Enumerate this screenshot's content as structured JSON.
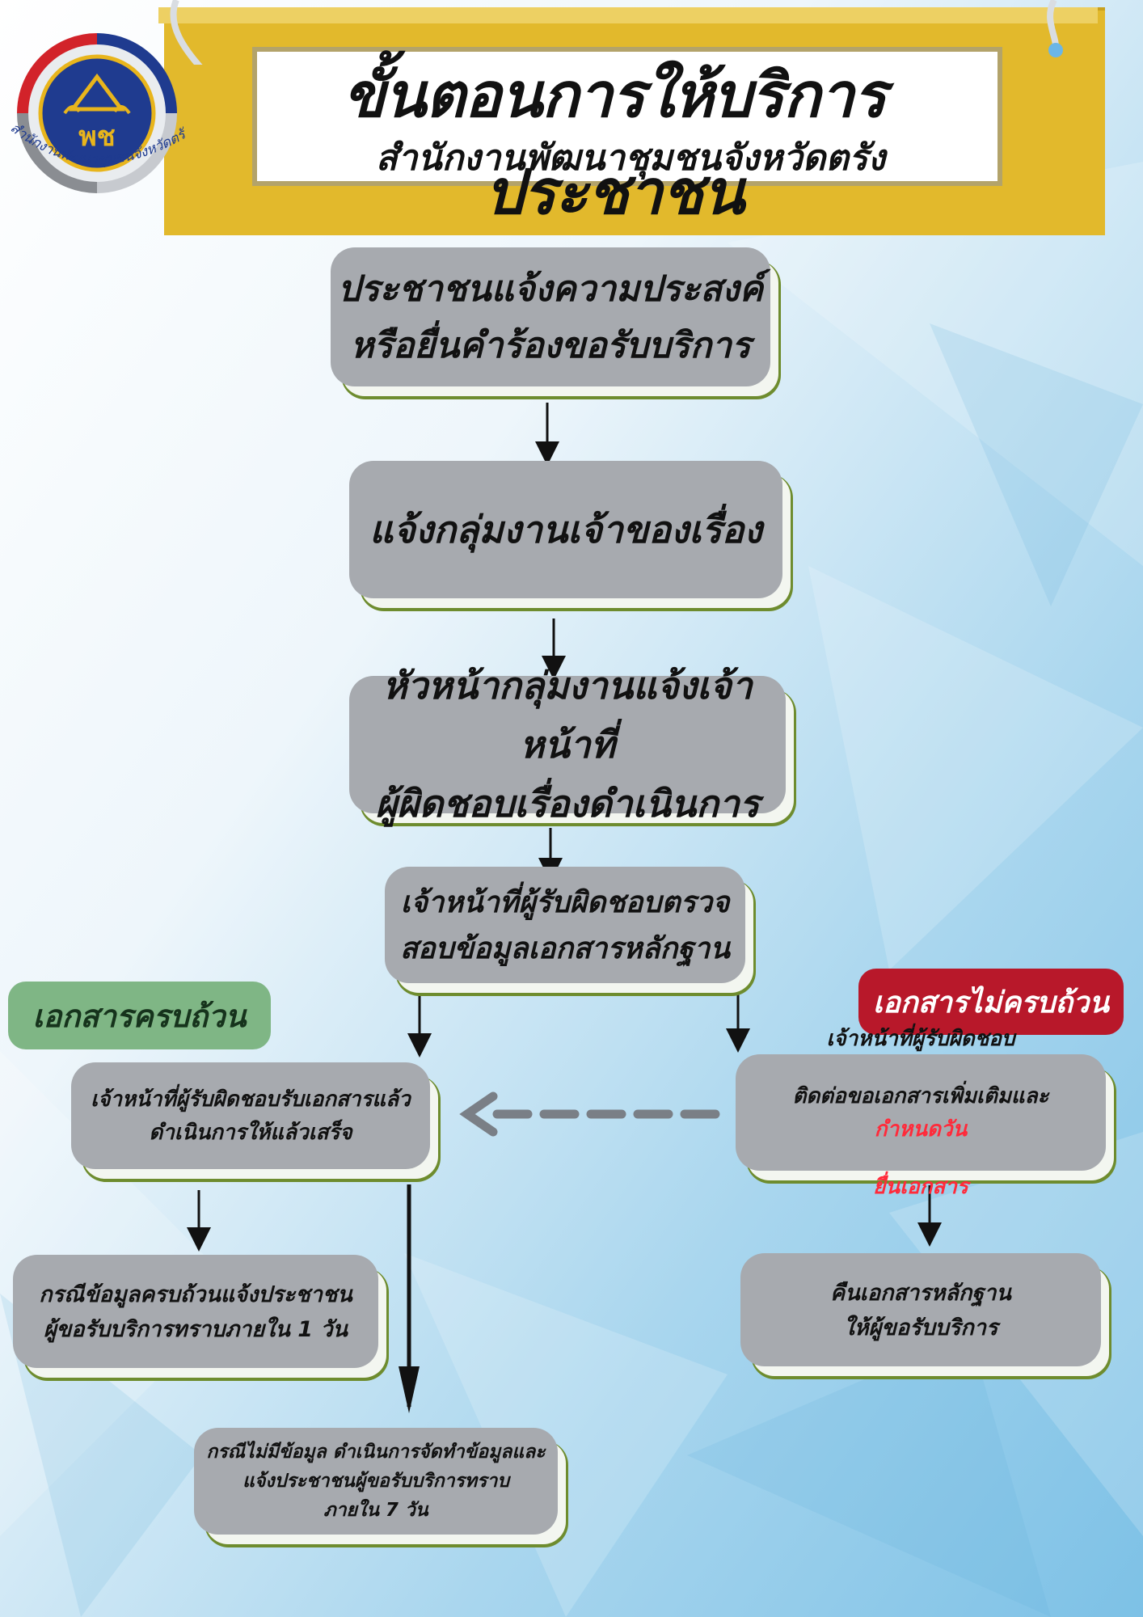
{
  "header": {
    "title": "ขั้นตอนการให้บริการประชาชน",
    "subtitle": "สำนักงานพัฒนาชุมชนจังหวัดตรัง",
    "logo": {
      "emblem_text": "พช",
      "ring_text": "สำนักงานพัฒนาชุมชนจังหวัดตรัง",
      "colors": {
        "blue": "#1f3b8f",
        "gold": "#e8b51c",
        "red": "#d2232a",
        "gray": "#8a8d92"
      }
    }
  },
  "flow": {
    "step1": "ประชาชนแจ้งความประสงค์\nหรือยื่นคำร้องขอรับบริการ",
    "step2": "แจ้งกลุ่มงานเจ้าของเรื่อง",
    "step3": "หัวหน้ากลุ่มงานแจ้งเจ้าหน้าที่\nผู้ผิดชอบเรื่องดำเนินการ",
    "step4": "เจ้าหน้าที่ผู้รับผิดชอบตรวจ\nสอบข้อมูลเอกสารหลักฐาน",
    "complete_tag": "เอกสารครบถ้วน",
    "incomplete_tag": "เอกสารไม่ครบถ้วน",
    "left_step": "เจ้าหน้าที่ผู้รับผิดชอบรับเอกสารแล้ว\nดำเนินการให้แล้วเสร็จ",
    "right_step_line1": "เจ้าหน้าที่ผู้รับผิดชอบ",
    "right_step_line2": "ติดต่อขอเอกสารเพิ่มเติมและ",
    "right_step_highlight1": "กำหนดวัน",
    "right_step_highlight2": "ยื่นเอกสาร",
    "left_result": "กรณีข้อมูลครบถ้วนแจ้งประชาชน\nผู้ขอรับบริการทราบภายใน 1 วัน",
    "center_result": "กรณีไม่มีข้อมูล ดำเนินการจัดทำข้อมูลและ\nแจ้งประชาชนผู้ขอรับบริการทราบ\nภายใน 7 วัน",
    "right_result": "คืนเอกสารหลักฐาน\nให้ผู้ขอรับบริการ"
  },
  "colors": {
    "box": "#a7aaaf",
    "box_outline": "#6e8c2e",
    "banner": "#e2b92c",
    "tag_complete": "#7fb685",
    "tag_incomplete": "#b8182a",
    "highlight": "#ff2a3a"
  }
}
